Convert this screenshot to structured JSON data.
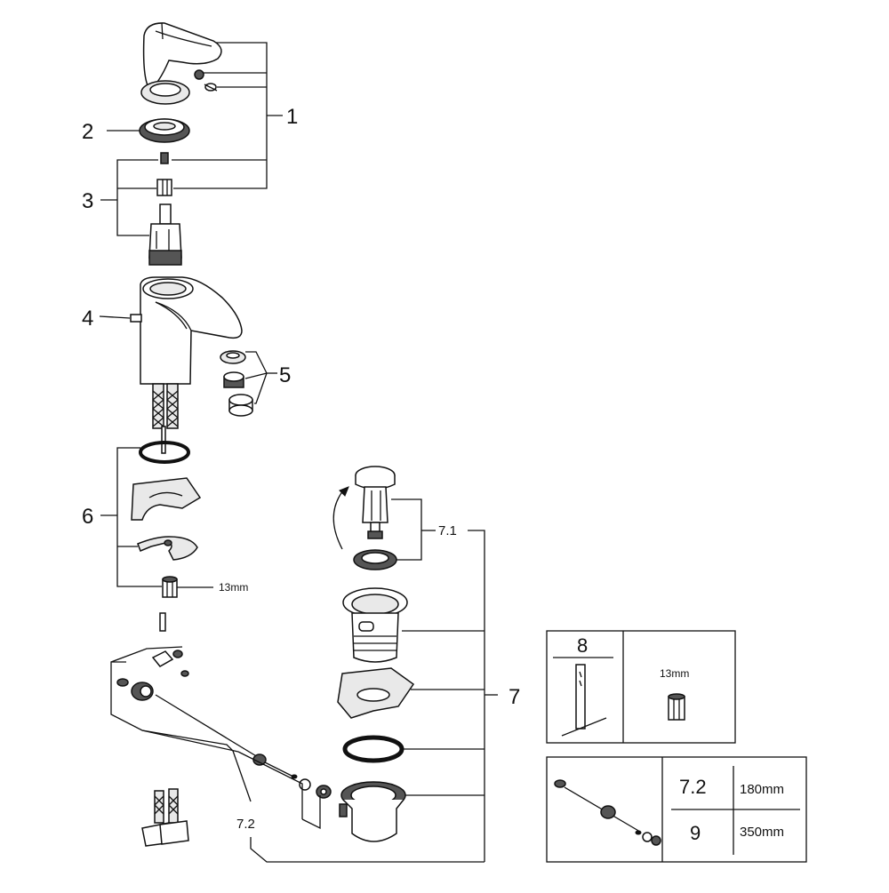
{
  "labels": {
    "l1": "1",
    "l2": "2",
    "l3": "3",
    "l4": "4",
    "l5": "5",
    "l6": "6",
    "l7": "7",
    "l7_1": "7.1",
    "l7_2": "7.2",
    "wrench_13mm": "13mm"
  },
  "box_tool": {
    "label": "8",
    "size": "13mm"
  },
  "box_rod": {
    "rows": [
      {
        "code": "7.2",
        "length": "180mm"
      },
      {
        "code": "9",
        "length": "350mm"
      }
    ]
  }
}
